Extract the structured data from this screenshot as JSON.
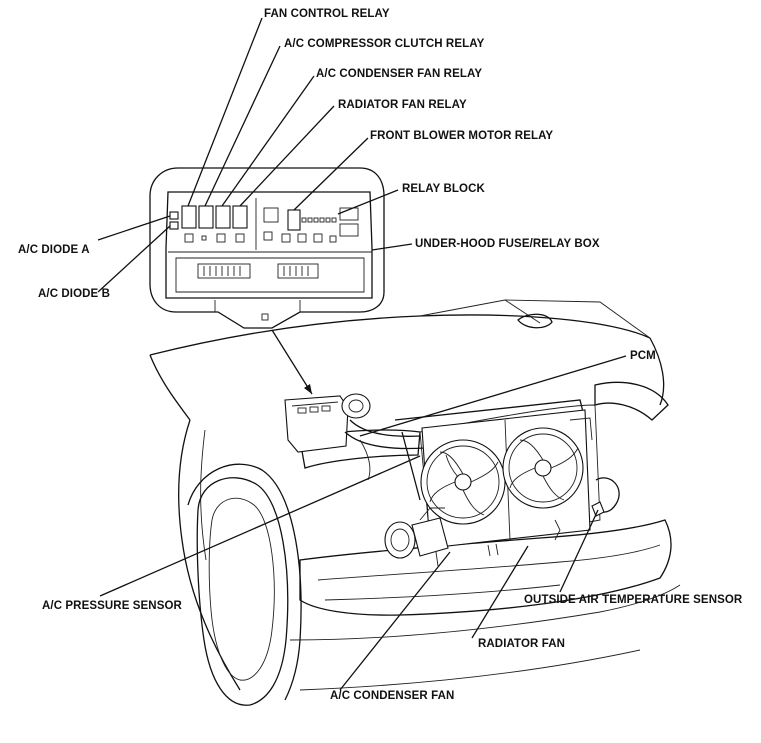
{
  "labels": {
    "fan_control_relay": "FAN CONTROL RELAY",
    "ac_compressor_clutch_relay": "A/C COMPRESSOR CLUTCH RELAY",
    "ac_condenser_fan_relay": "A/C CONDENSER FAN RELAY",
    "radiator_fan_relay": "RADIATOR FAN RELAY",
    "front_blower_motor_relay": "FRONT BLOWER MOTOR RELAY",
    "relay_block": "RELAY BLOCK",
    "under_hood_fuse_relay_box": "UNDER-HOOD FUSE/RELAY BOX",
    "ac_diode_a": "A/C DIODE A",
    "ac_diode_b": "A/C DIODE B",
    "pcm": "PCM",
    "ac_pressure_sensor": "A/C PRESSURE SENSOR",
    "outside_air_temperature_sensor": "OUTSIDE AIR TEMPERATURE SENSOR",
    "radiator_fan": "RADIATOR FAN",
    "ac_condenser_fan": "A/C CONDENSER FAN"
  },
  "colors": {
    "ink": "#111111",
    "paper": "#ffffff"
  }
}
